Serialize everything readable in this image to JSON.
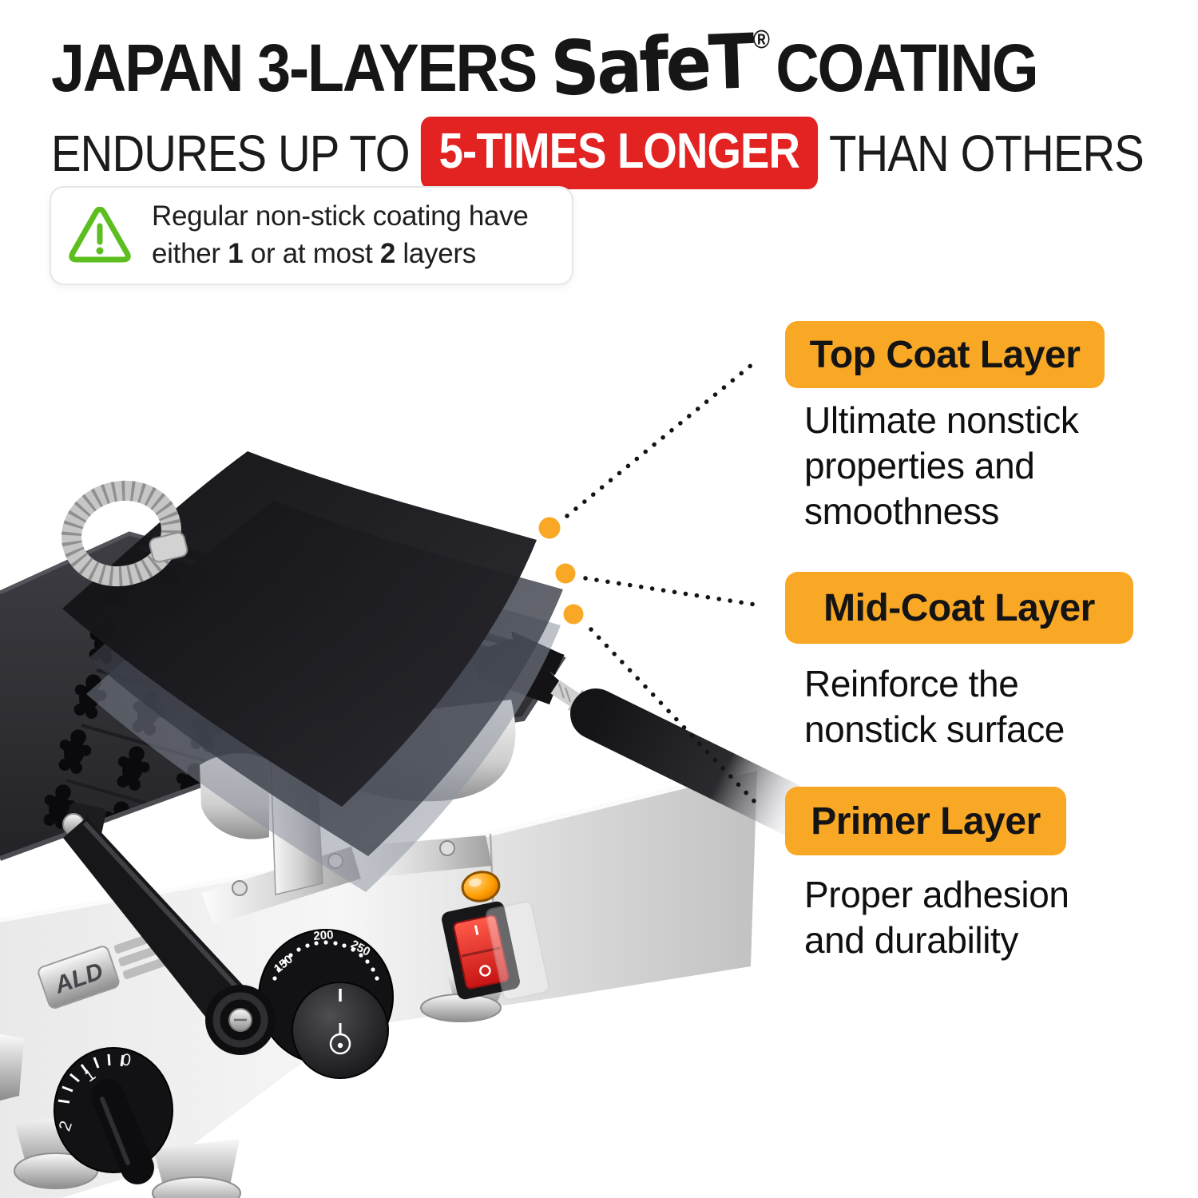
{
  "header": {
    "title_prefix": "JAPAN 3-LAYERS",
    "brand": "SafeT",
    "registered_mark": "®",
    "title_suffix": "COATING",
    "subtitle_prefix": "ENDURES UP TO",
    "subtitle_highlight": "5-TIMES LONGER",
    "subtitle_suffix": "THAN OTHERS"
  },
  "warning_note": {
    "line1": "Regular non-stick coating have",
    "line2_start": "either ",
    "line2_bold1": "1",
    "line2_middle": " or at most ",
    "line2_bold2": "2",
    "line2_end": " layers"
  },
  "callouts": [
    {
      "label": "Top Coat Layer",
      "lines": [
        "Ultimate nonstick",
        "properties and",
        "smoothness"
      ]
    },
    {
      "label": "Mid-Coat Layer",
      "lines": [
        "Reinforce the",
        "nonstick surface"
      ]
    },
    {
      "label": "Primer Layer",
      "lines": [
        "Proper adhesion",
        "and durability"
      ]
    }
  ],
  "machine": {
    "brand_plate": "ALD",
    "temperature_dial": {
      "labels": [
        "150",
        "200",
        "250"
      ]
    },
    "timer_dial": {
      "labels": [
        "0",
        "1",
        "2"
      ]
    }
  },
  "colors": {
    "accent_orange": "#F9A826",
    "highlight_red": "#E32222",
    "warning_green": "#5CBE1F",
    "text_dark": "#161616"
  }
}
